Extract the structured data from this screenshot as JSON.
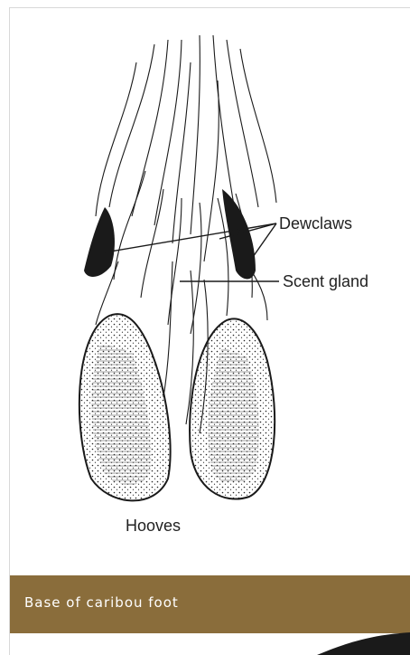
{
  "figure": {
    "labels": {
      "dewclaws": "Dewclaws",
      "scent_gland": "Scent gland",
      "hooves": "Hooves"
    },
    "caption": "Base of caribou foot"
  },
  "colors": {
    "caption_bar": "#8a6d3b",
    "caption_text": "#ffffff",
    "ink": "#1a1a1a"
  }
}
